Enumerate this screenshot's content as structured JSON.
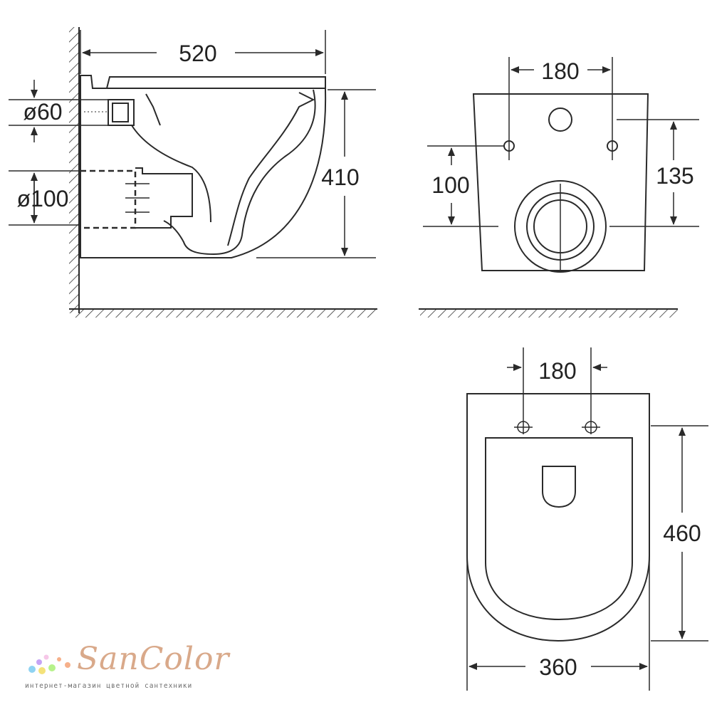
{
  "dimensions": {
    "side_width": "520",
    "side_height": "410",
    "inlet_diameter": "ø60",
    "outlet_diameter": "ø100",
    "rear_bolt_spacing": "180",
    "rear_bolt_height": "100",
    "rear_inlet_height": "135",
    "top_bolt_spacing": "180",
    "top_length": "460",
    "top_width": "360"
  },
  "logo": {
    "brand": "SanColor",
    "tagline": "интернет-магазин цветной сантехники"
  },
  "colors": {
    "line": "#2a2a2a",
    "logo_text": "#d9a98a",
    "logo_dots": [
      "#f6c7e8",
      "#c6a4f5",
      "#8fd3f2",
      "#b6f28a",
      "#f4e27a",
      "#f6b08a"
    ]
  }
}
